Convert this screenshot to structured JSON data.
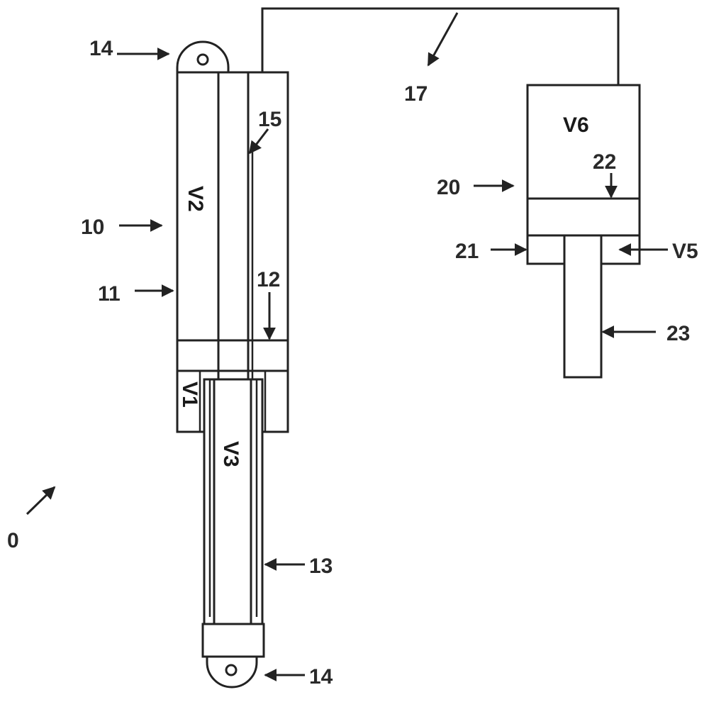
{
  "diagram": {
    "labels": {
      "eye_top": "14",
      "eye_bottom": "14",
      "connection_line": "17",
      "line_15": "15",
      "damper": "10",
      "cylinder": "11",
      "piston": "12",
      "inner_tube": "13",
      "accumulator": "20",
      "acc_cylinder": "21",
      "acc_piston": "22",
      "acc_rod": "23",
      "v5": "V5",
      "overall": "0"
    },
    "volumes": {
      "v1": "V1",
      "v2": "V2",
      "v3": "V3",
      "v6": "V6"
    }
  }
}
